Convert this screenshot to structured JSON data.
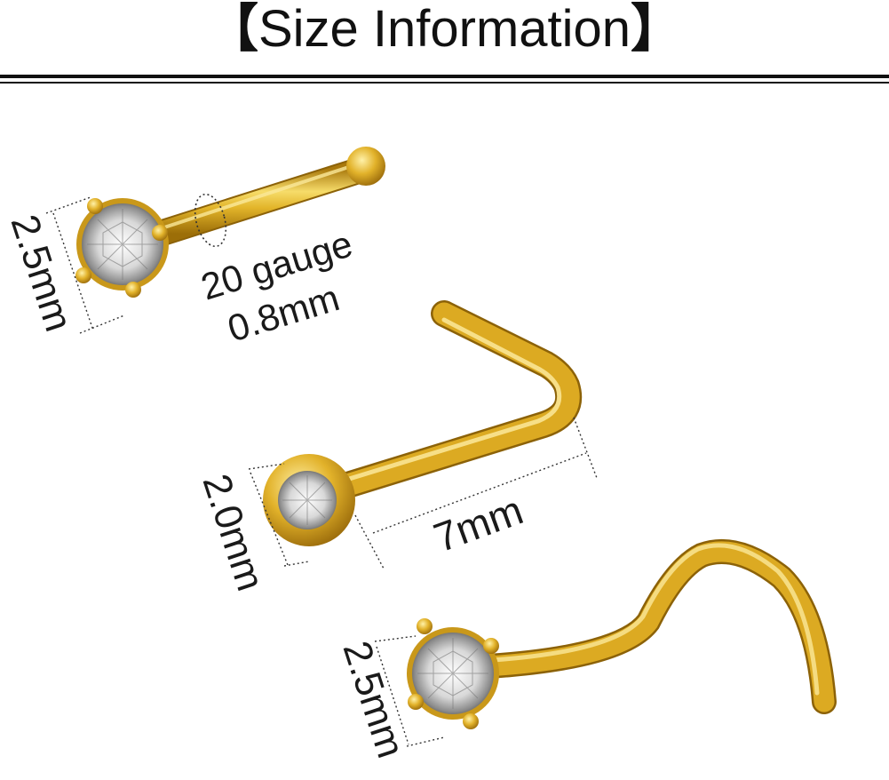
{
  "header": {
    "bracket_left": "【",
    "title": "Size Information",
    "bracket_right": "】"
  },
  "labels": {
    "stud_diameter": "2.5mm",
    "gauge": "20 gauge",
    "gauge_mm": "0.8mm",
    "lbend_diameter": "2.0mm",
    "length": "7mm",
    "screw_diameter": "2.5mm"
  },
  "colors": {
    "gold_light": "#f6dc6a",
    "gold_mid": "#d9ac21",
    "gold_dark": "#a9780c",
    "text": "#1a1a1a"
  }
}
